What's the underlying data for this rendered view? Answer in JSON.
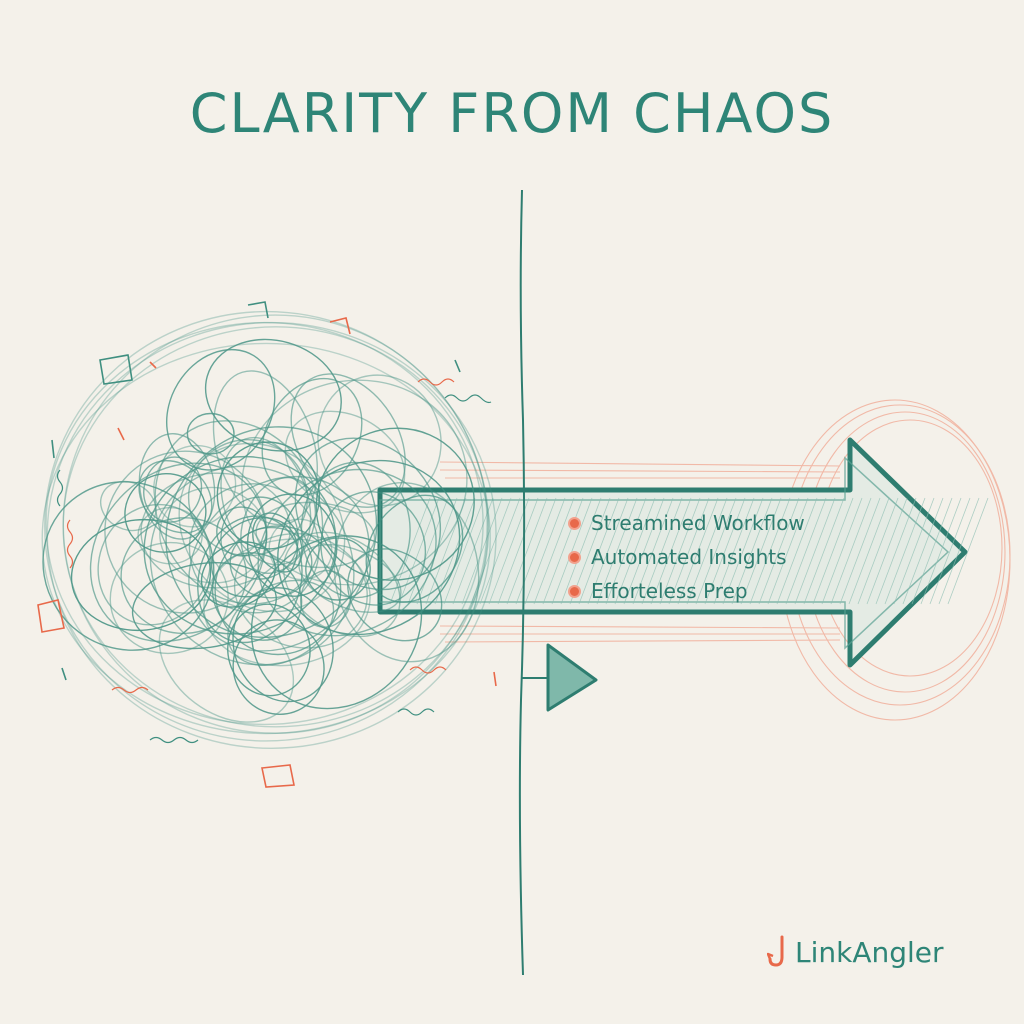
{
  "title": "CLARITY FROM CHAOS",
  "benefits": [
    {
      "label": "Streamined Workflow",
      "icon": "dot-bullet-icon"
    },
    {
      "label": "Automated Insights",
      "icon": "dot-bullet-icon"
    },
    {
      "label": "Efforteless Prep",
      "icon": "dot-bullet-icon"
    }
  ],
  "brand": {
    "name": "LinkAngler",
    "icon": "fish-hook-icon"
  },
  "colors": {
    "background": "#f4f1ea",
    "teal": "#2e8577",
    "coral": "#e8694a"
  }
}
